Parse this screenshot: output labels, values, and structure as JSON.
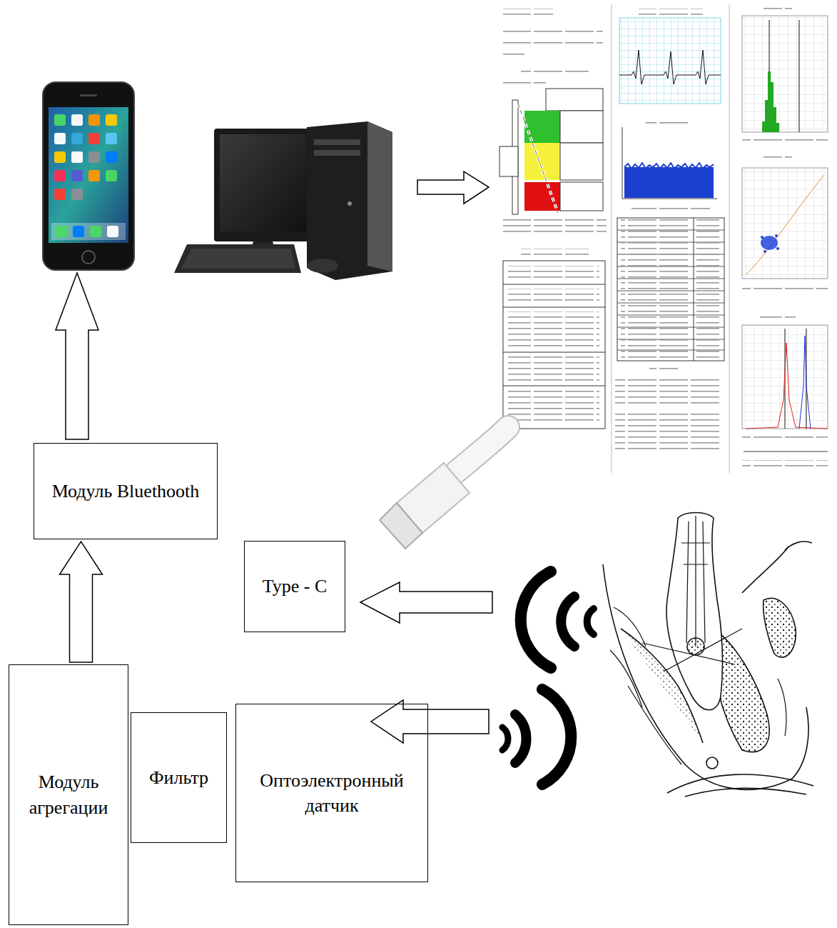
{
  "diagram": {
    "nodes": [
      {
        "text": [
          "Модуль Bluethooth"
        ]
      },
      {
        "text": [
          "Type - C"
        ]
      },
      {
        "text": [
          "Модуль агрегации"
        ]
      },
      {
        "text": [
          "Фильтр"
        ]
      },
      {
        "text": [
          "Оптоэлектронный датчик"
        ]
      }
    ],
    "edges": [
      {
        "from": 2,
        "to": 0,
        "arrow": "to"
      }
    ]
  }
}
